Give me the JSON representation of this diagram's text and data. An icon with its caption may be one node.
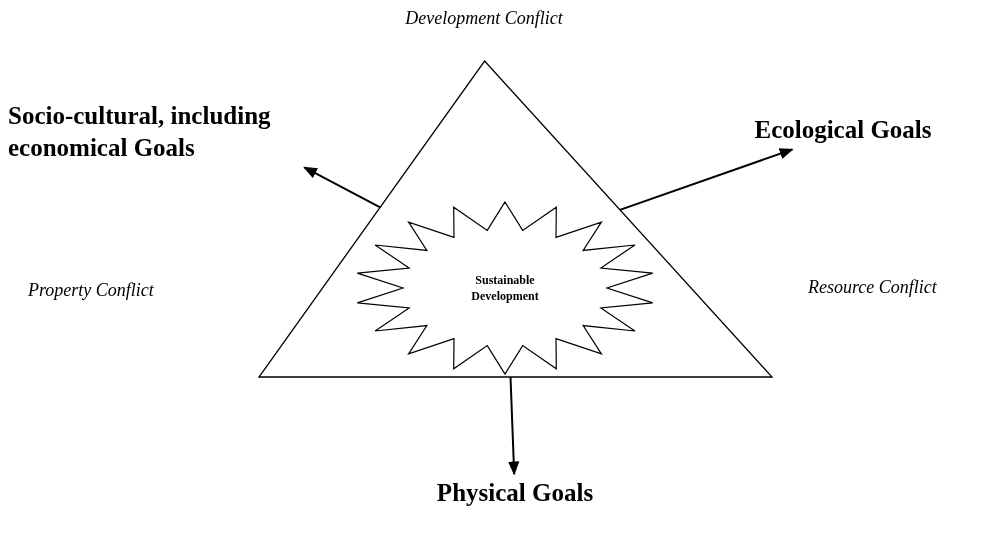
{
  "diagram": {
    "nodes": [
      {
        "text": [],
        "shape": "triangle"
      },
      {
        "text": [
          "Sustainable Development"
        ],
        "in": 0
      },
      {
        "text": [
          "Socio-cultural, including economical Goals"
        ]
      },
      {
        "text": [
          "Ecological Goals"
        ]
      },
      {
        "text": [
          "Physical Goals"
        ]
      }
    ],
    "edges": [
      {
        "from": 0,
        "to": 2,
        "arrow": "to"
      },
      {
        "from": 0,
        "to": 3,
        "arrow": "to"
      },
      {
        "from": 0,
        "to": 4,
        "arrow": "to"
      }
    ],
    "labels": [
      "Development Conflict",
      "Property Conflict",
      "Resource Conflict"
    ]
  }
}
